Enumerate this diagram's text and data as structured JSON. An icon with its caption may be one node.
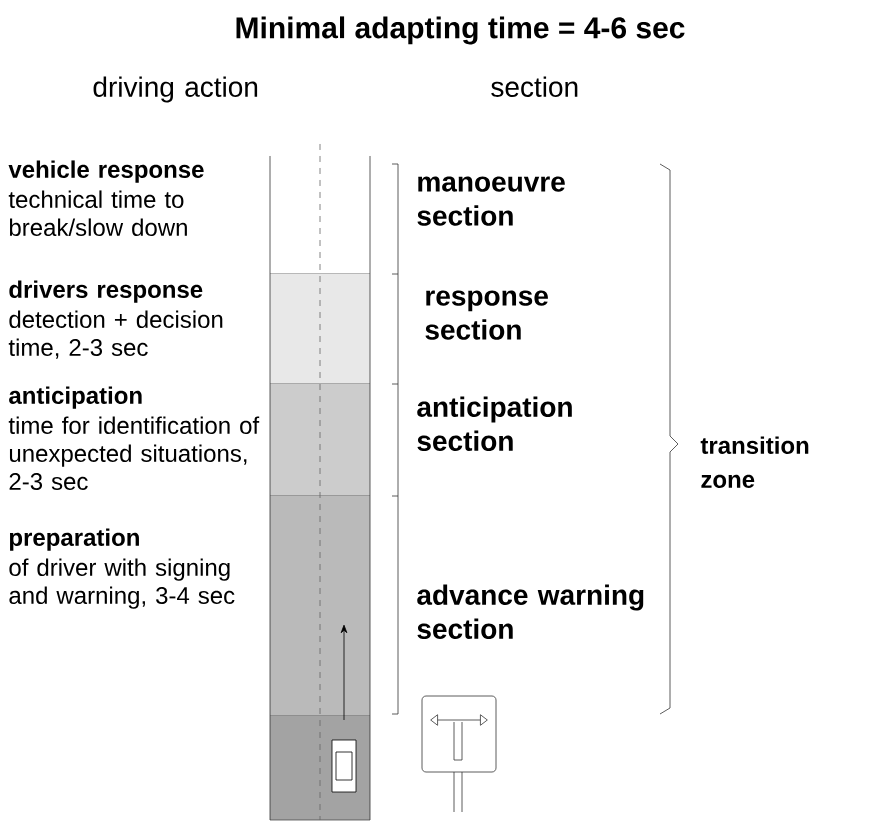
{
  "diagram": {
    "title": "Minimal adapting time = 4-6 sec",
    "labels": [
      "driving action",
      "section",
      "vehicle response",
      "technical time to break/slow down",
      "manoeuvre section",
      "drivers response",
      "detection + decision time, 2-3 sec",
      "response section",
      "anticipation",
      "time for identification of unexpected situations, 2-3 sec",
      "anticipation section",
      "transition zone",
      "preparation",
      "of driver with signing and warning, 3-4 sec",
      "advance warning section"
    ]
  }
}
